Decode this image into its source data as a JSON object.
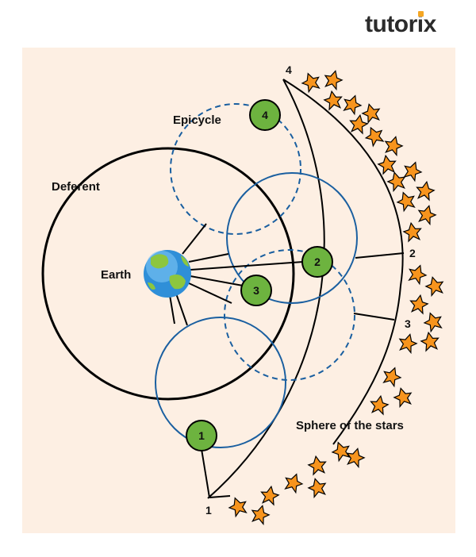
{
  "brand": {
    "name": "tutorix",
    "dot_color": "#f5a623",
    "text_color": "#2b2b2b"
  },
  "labels": {
    "epicycle": "Epicycle",
    "deferent": "Deferent",
    "earth": "Earth",
    "sphere": "Sphere of the stars"
  },
  "planets": [
    "1",
    "2",
    "3",
    "4"
  ],
  "markers": [
    "1",
    "2",
    "3",
    "4"
  ],
  "colors": {
    "background": "#fdefe3",
    "deferent": "#000000",
    "epicycle": "#1a5fa0",
    "planet": "#6db33f",
    "star": "#f7941d",
    "earth_ocean": "#2f8fd8",
    "earth_land": "#8dc63f"
  }
}
